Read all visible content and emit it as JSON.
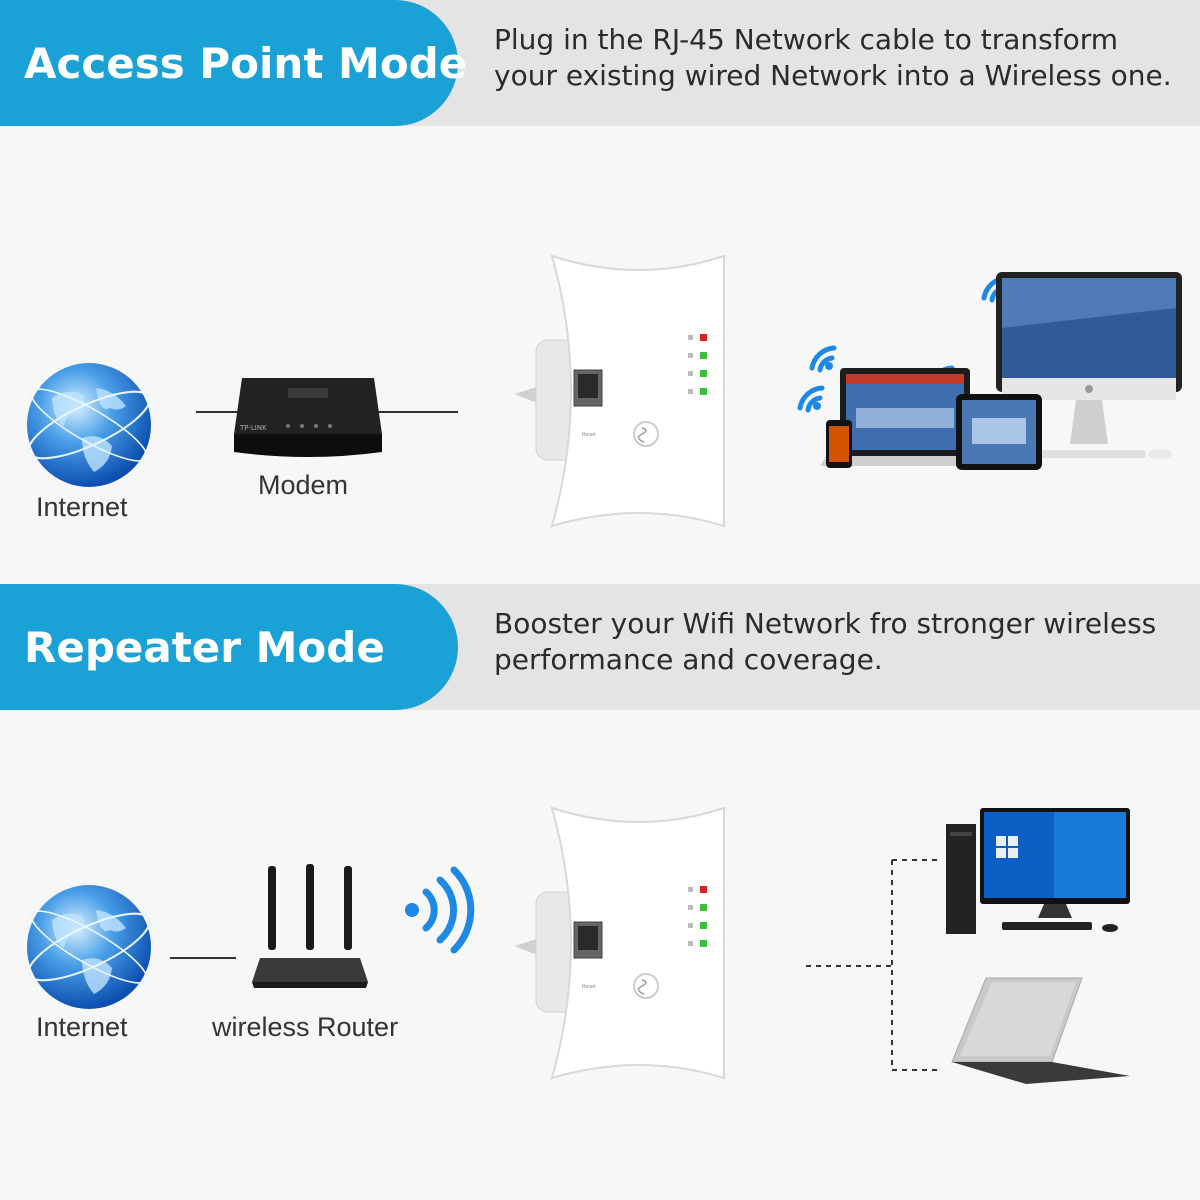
{
  "access_point": {
    "title": "Access Point Mode",
    "description": "Plug in the RJ-45 Network cable to transform your existing wired Network into a Wireless one.",
    "labels": {
      "internet": "Internet",
      "modem": "Modem"
    },
    "modem_brand": "TP-LINK"
  },
  "repeater": {
    "title": "Repeater Mode",
    "description": "Booster your Wifi Network fro stronger wireless performance and coverage.",
    "labels": {
      "internet": "Internet",
      "router": "wireless Router"
    }
  },
  "device": {
    "reset_label": "Reset"
  },
  "colors": {
    "accent": "#1aa2d6",
    "band": "#e4e4e4",
    "wifi": "#1e88e5"
  }
}
